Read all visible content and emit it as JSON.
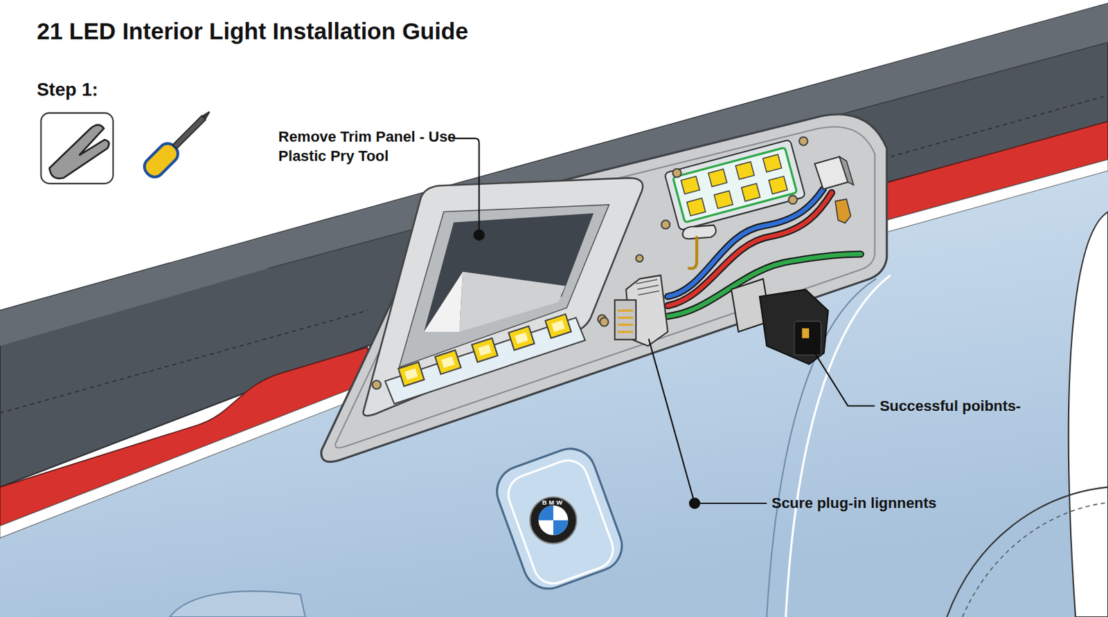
{
  "diagram": {
    "title": "21 LED Interior Light Installation Guide",
    "labels": [
      "Step 1:",
      "Remove Trim Panel - Use Plastic Pry Tool",
      "Successful poibnts-",
      "Scure plug-in lignnents",
      "BMW"
    ]
  }
}
